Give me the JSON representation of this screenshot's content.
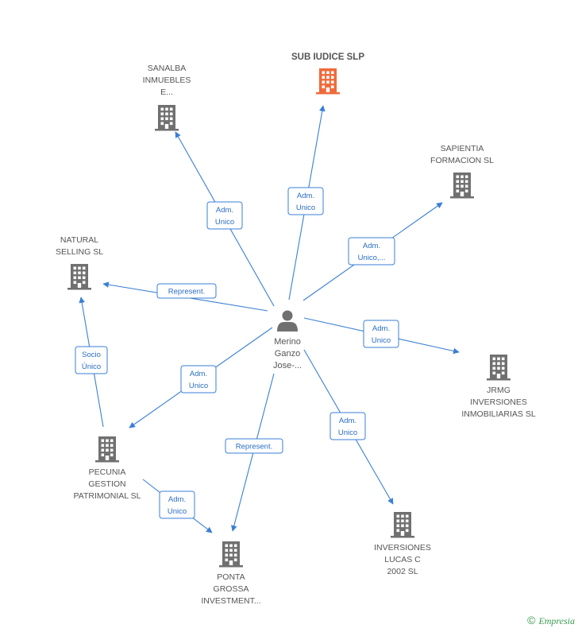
{
  "colors": {
    "edge": "#3a7fd5",
    "building": "#707070",
    "focus_building": "#f06a3a"
  },
  "person": {
    "icon": "person-icon",
    "label": [
      "Merino",
      "Ganzo",
      "Jose-..."
    ]
  },
  "companies": [
    {
      "id": "sub-iudice",
      "label": [
        "SUB IUDICE SLP"
      ],
      "focus": true
    },
    {
      "id": "sanalba",
      "label": [
        "SANALBA",
        "INMUEBLES",
        "E..."
      ]
    },
    {
      "id": "sapientia",
      "label": [
        "SAPIENTIA",
        "FORMACION SL"
      ]
    },
    {
      "id": "natural-selling",
      "label": [
        "NATURAL",
        "SELLING SL"
      ]
    },
    {
      "id": "jrmg",
      "label": [
        "JRMG",
        "INVERSIONES",
        "INMOBILIARIAS SL"
      ]
    },
    {
      "id": "pecunia",
      "label": [
        "PECUNIA",
        "GESTION",
        "PATRIMONIAL SL"
      ]
    },
    {
      "id": "ponta-grossa",
      "label": [
        "PONTA",
        "GROSSA",
        "INVESTMENT..."
      ]
    },
    {
      "id": "inversiones-lucas",
      "label": [
        "INVERSIONES",
        "LUCAS C",
        "2002 SL"
      ]
    }
  ],
  "edges": [
    {
      "from": "person",
      "to": "sub-iudice",
      "label": [
        "Adm.",
        "Unico"
      ]
    },
    {
      "from": "person",
      "to": "sanalba",
      "label": [
        "Adm.",
        "Unico"
      ]
    },
    {
      "from": "person",
      "to": "sapientia",
      "label": [
        "Adm.",
        "Unico,..."
      ]
    },
    {
      "from": "person",
      "to": "natural-selling",
      "label": [
        "Represent."
      ]
    },
    {
      "from": "person",
      "to": "jrmg",
      "label": [
        "Adm.",
        "Unico"
      ]
    },
    {
      "from": "person",
      "to": "pecunia",
      "label": [
        "Adm.",
        "Unico"
      ]
    },
    {
      "from": "person",
      "to": "ponta-grossa",
      "label": [
        "Represent."
      ]
    },
    {
      "from": "person",
      "to": "inversiones-lucas",
      "label": [
        "Adm.",
        "Unico"
      ]
    },
    {
      "from": "pecunia",
      "to": "natural-selling",
      "label": [
        "Socio",
        "Único"
      ]
    },
    {
      "from": "pecunia",
      "to": "ponta-grossa",
      "label": [
        "Adm.",
        "Unico"
      ]
    }
  ],
  "footer": {
    "copyright": "©",
    "brand": "Empresia"
  }
}
